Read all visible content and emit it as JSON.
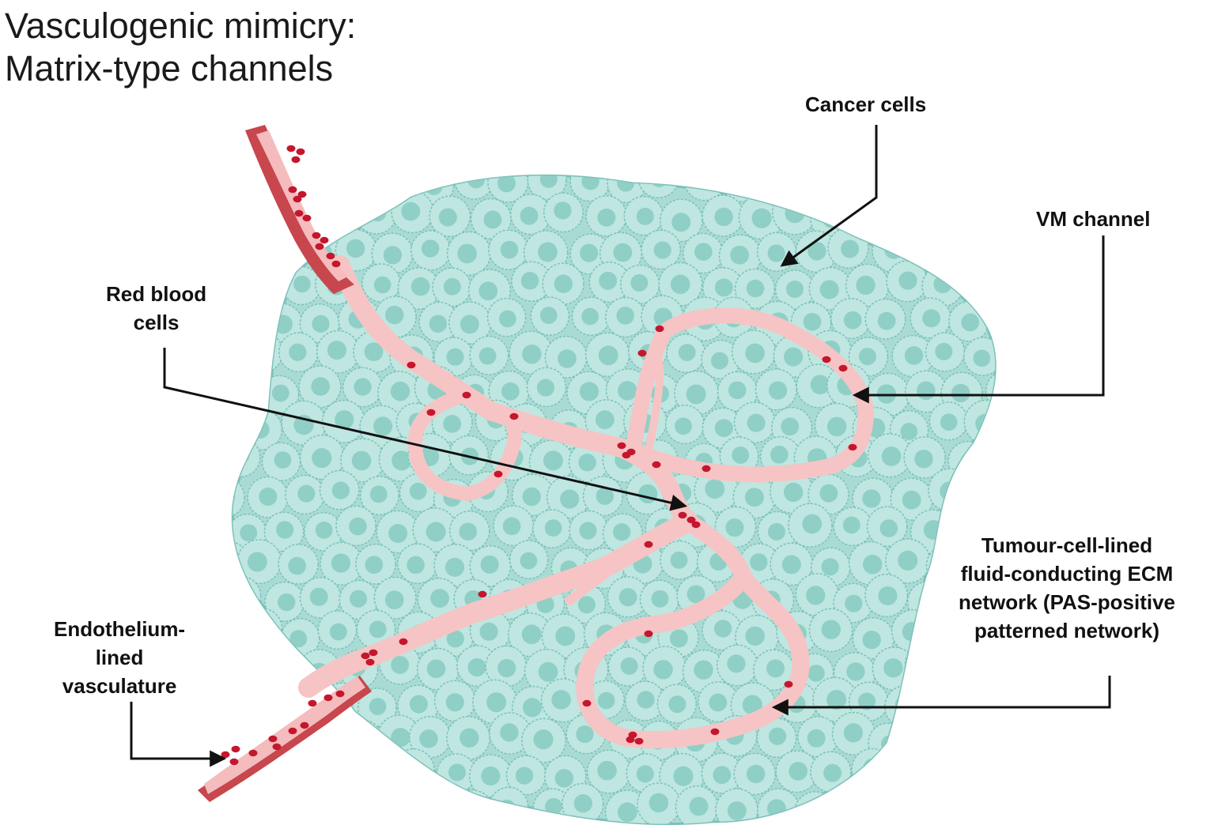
{
  "title": {
    "line1": "Vasculogenic mimicry:",
    "line2": "Matrix-type channels"
  },
  "labels": {
    "cancer_cells": "Cancer cells",
    "vm_channel": "VM channel",
    "red_blood_cells": {
      "line1": "Red blood",
      "line2": "cells"
    },
    "endothelium": {
      "line1": "Endothelium-",
      "line2": "lined",
      "line3": "vasculature"
    },
    "ecm_network": {
      "line1": "Tumour-cell-lined",
      "line2": "fluid-conducting ECM",
      "line3": "network (PAS-positive",
      "line4": "patterned network)"
    }
  },
  "colors": {
    "tumor_cell_fill": "#bfe6e1",
    "tumor_cell_stroke": "#7cc1b8",
    "tumor_nucleus": "#8fcfc6",
    "tumor_background": "#a9dbd4",
    "channel_fill": "#f6c4c4",
    "vessel_wall": "#c8464d",
    "vessel_lumen": "#f4bcbc",
    "red_blood_cell": "#c4172e",
    "arrow": "#111111"
  },
  "icons": {
    "tumor": "tumor-mass-icon",
    "vessel": "blood-vessel-icon",
    "rbc": "red-blood-cell-icon"
  }
}
